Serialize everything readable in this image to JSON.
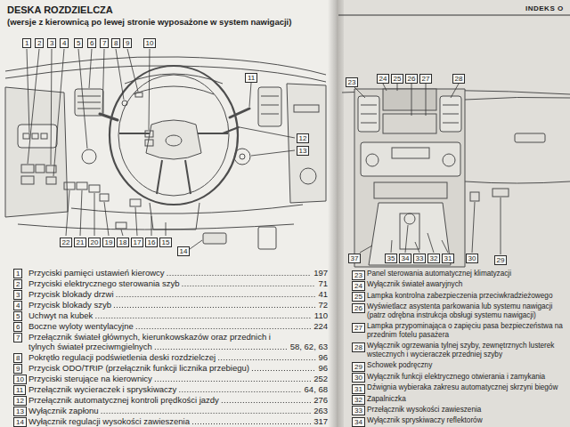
{
  "diagram": {
    "title": "DESKA ROZDZIELCZA",
    "nodes": [
      {
        "text": [
          "1"
        ]
      },
      {
        "text": [
          "2"
        ]
      },
      {
        "text": [
          "3"
        ]
      },
      {
        "text": [
          "4"
        ]
      },
      {
        "text": [
          "5"
        ]
      },
      {
        "text": [
          "6"
        ]
      },
      {
        "text": [
          "7"
        ]
      },
      {
        "text": [
          "8"
        ]
      },
      {
        "text": [
          "9"
        ]
      },
      {
        "text": [
          "10"
        ]
      },
      {
        "text": [
          "11"
        ]
      },
      {
        "text": [
          "12"
        ]
      },
      {
        "text": [
          "13"
        ]
      },
      {
        "text": [
          "14"
        ]
      },
      {
        "text": [
          "15"
        ]
      },
      {
        "text": [
          "16"
        ]
      },
      {
        "text": [
          "17"
        ]
      },
      {
        "text": [
          "18"
        ]
      },
      {
        "text": [
          "19"
        ]
      },
      {
        "text": [
          "20"
        ]
      },
      {
        "text": [
          "21"
        ]
      },
      {
        "text": [
          "22"
        ]
      },
      {
        "text": [
          "23"
        ]
      },
      {
        "text": [
          "24"
        ]
      },
      {
        "text": [
          "25"
        ]
      },
      {
        "text": [
          "26"
        ]
      },
      {
        "text": [
          "27"
        ]
      },
      {
        "text": [
          "28"
        ]
      },
      {
        "text": [
          "29"
        ]
      },
      {
        "text": [
          "30"
        ]
      },
      {
        "text": [
          "31"
        ]
      },
      {
        "text": [
          "32"
        ]
      },
      {
        "text": [
          "33"
        ]
      },
      {
        "text": [
          "34"
        ]
      },
      {
        "text": [
          "35"
        ]
      },
      {
        "text": [
          "37"
        ]
      },
      {
        "text": [
          "1"
        ]
      },
      {
        "text": [
          "2"
        ]
      },
      {
        "text": [
          "3"
        ]
      },
      {
        "text": [
          "4"
        ]
      },
      {
        "text": [
          "5"
        ]
      },
      {
        "text": [
          "6"
        ]
      },
      {
        "text": [
          "7"
        ]
      },
      {
        "text": [
          "8"
        ]
      },
      {
        "text": [
          "9"
        ]
      },
      {
        "text": [
          "10"
        ]
      },
      {
        "text": [
          "11"
        ]
      },
      {
        "text": [
          "12"
        ]
      },
      {
        "text": [
          "13"
        ]
      },
      {
        "text": [
          "14"
        ]
      },
      {
        "text": [
          "23"
        ]
      },
      {
        "text": [
          "24"
        ]
      },
      {
        "text": [
          "25"
        ]
      },
      {
        "text": [
          "26"
        ]
      },
      {
        "text": [
          "27"
        ]
      },
      {
        "text": [
          "28"
        ]
      },
      {
        "text": [
          "29"
        ]
      },
      {
        "text": [
          "30"
        ]
      },
      {
        "text": [
          "31"
        ]
      },
      {
        "text": [
          "32"
        ]
      },
      {
        "text": [
          "33"
        ]
      },
      {
        "text": [
          "34"
        ]
      }
    ],
    "labels": [
      "(wersje z kierownicą po lewej stronie wyposażone w system nawigacji)",
      "INDEKS O",
      "Przyciski pamięci ustawień kierowcy",
      "197",
      "Przyciski elektrycznego sterowania szyb",
      "71",
      "Przycisk blokady drzwi",
      "41",
      "Przycisk blokady szyb",
      "72",
      "Uchwyt na kubek",
      "110",
      "Boczne wyloty wentylacyjne",
      "224",
      "Przełącznik świateł głównych, kierunkowskazów oraz przednich i tylnych świateł przeciwmgielnych",
      "58, 62, 63",
      "Pokrętło regulacji podświetlenia deski rozdzielczej",
      "96",
      "Przycisk ODO/TRIP (przełącznik funkcji licznika przebiegu)",
      "96",
      "Przyciski sterujące na kierownicy",
      "252",
      "Przełącznik wycieraczek i spryskiwaczy",
      "64, 68",
      "Przełącznik automatycznej kontroli prędkości jazdy",
      "276",
      "Wyłącznik zapłonu",
      "263",
      "Wyłącznik regulacji wysokości zawieszenia",
      "317",
      "Panel sterowania automatycznej klimatyzacji",
      "Wyłącznik świateł awaryjnych",
      "Lampka kontrolna zabezpieczenia przeciwkradzieżowego",
      "Wyświetlacz asystenta parkowania lub systemu nawigacji (patrz odrębna instrukcja obsługi systemu nawigacji)",
      "Lampka przypominająca o zapięciu pasa bezpieczeństwa na przednim fotelu pasażera",
      "Wyłącznik ogrzewania tylnej szyby, zewnętrznych lusterek wstecznych i wycieraczek przedniej szyby",
      "Schowek podręczny",
      "Wyłącznik funkcji elektrycznego otwierania i zamykania",
      "Dźwignia wybieraka zakresu automatycznej skrzyni biegów",
      "Zapalniczka",
      "Przełącznik wysokości zawieszenia",
      "Wyłącznik spryskiwaczy reflektorów"
    ]
  }
}
